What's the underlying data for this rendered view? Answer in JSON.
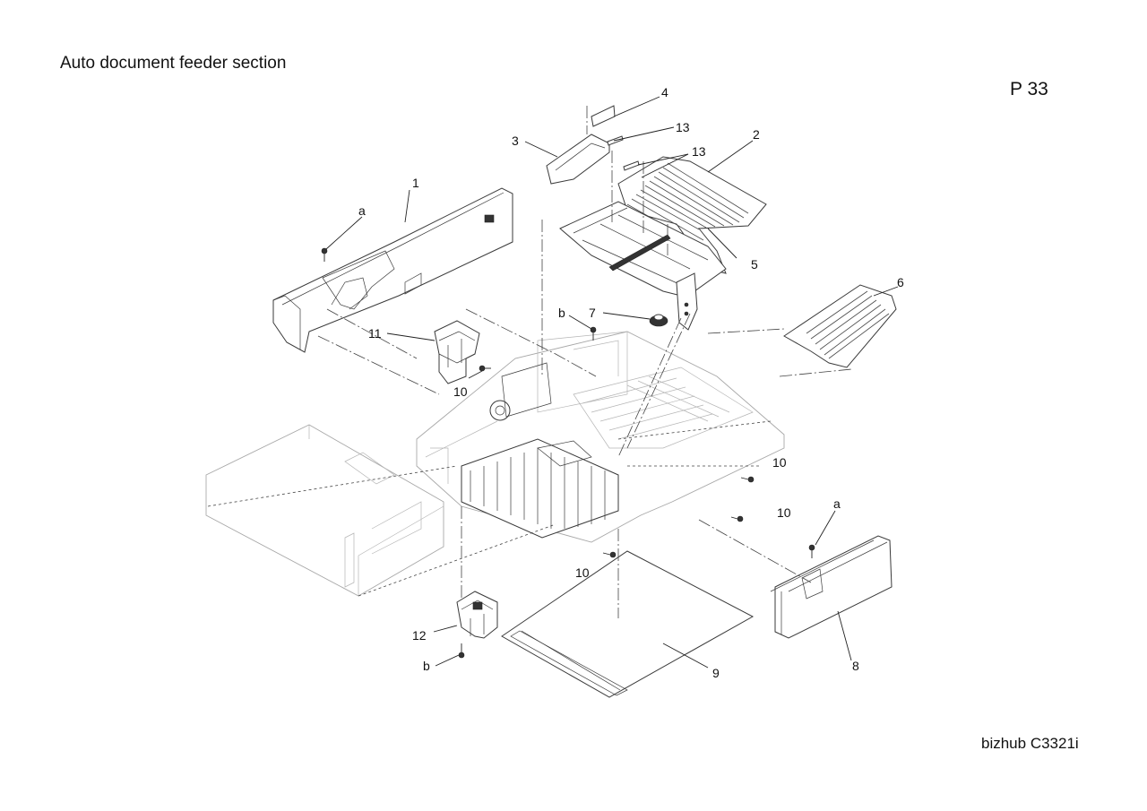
{
  "header": {
    "section_title": "Auto document feeder section",
    "page_number": "P 33"
  },
  "footer": {
    "model_name": "bizhub C3321i"
  },
  "callouts": {
    "part_1": "1",
    "part_2": "2",
    "part_3": "3",
    "part_4": "4",
    "part_5": "5",
    "part_6": "6",
    "part_7": "7",
    "part_8": "8",
    "part_9": "9",
    "part_10_a": "10",
    "part_10_b": "10",
    "part_10_c": "10",
    "part_10_d": "10",
    "part_11": "11",
    "part_12": "12",
    "part_13_a": "13",
    "part_13_b": "13",
    "screw_a_left": "a",
    "screw_a_right": "a",
    "screw_b_upper": "b",
    "screw_b_lower": "b"
  }
}
